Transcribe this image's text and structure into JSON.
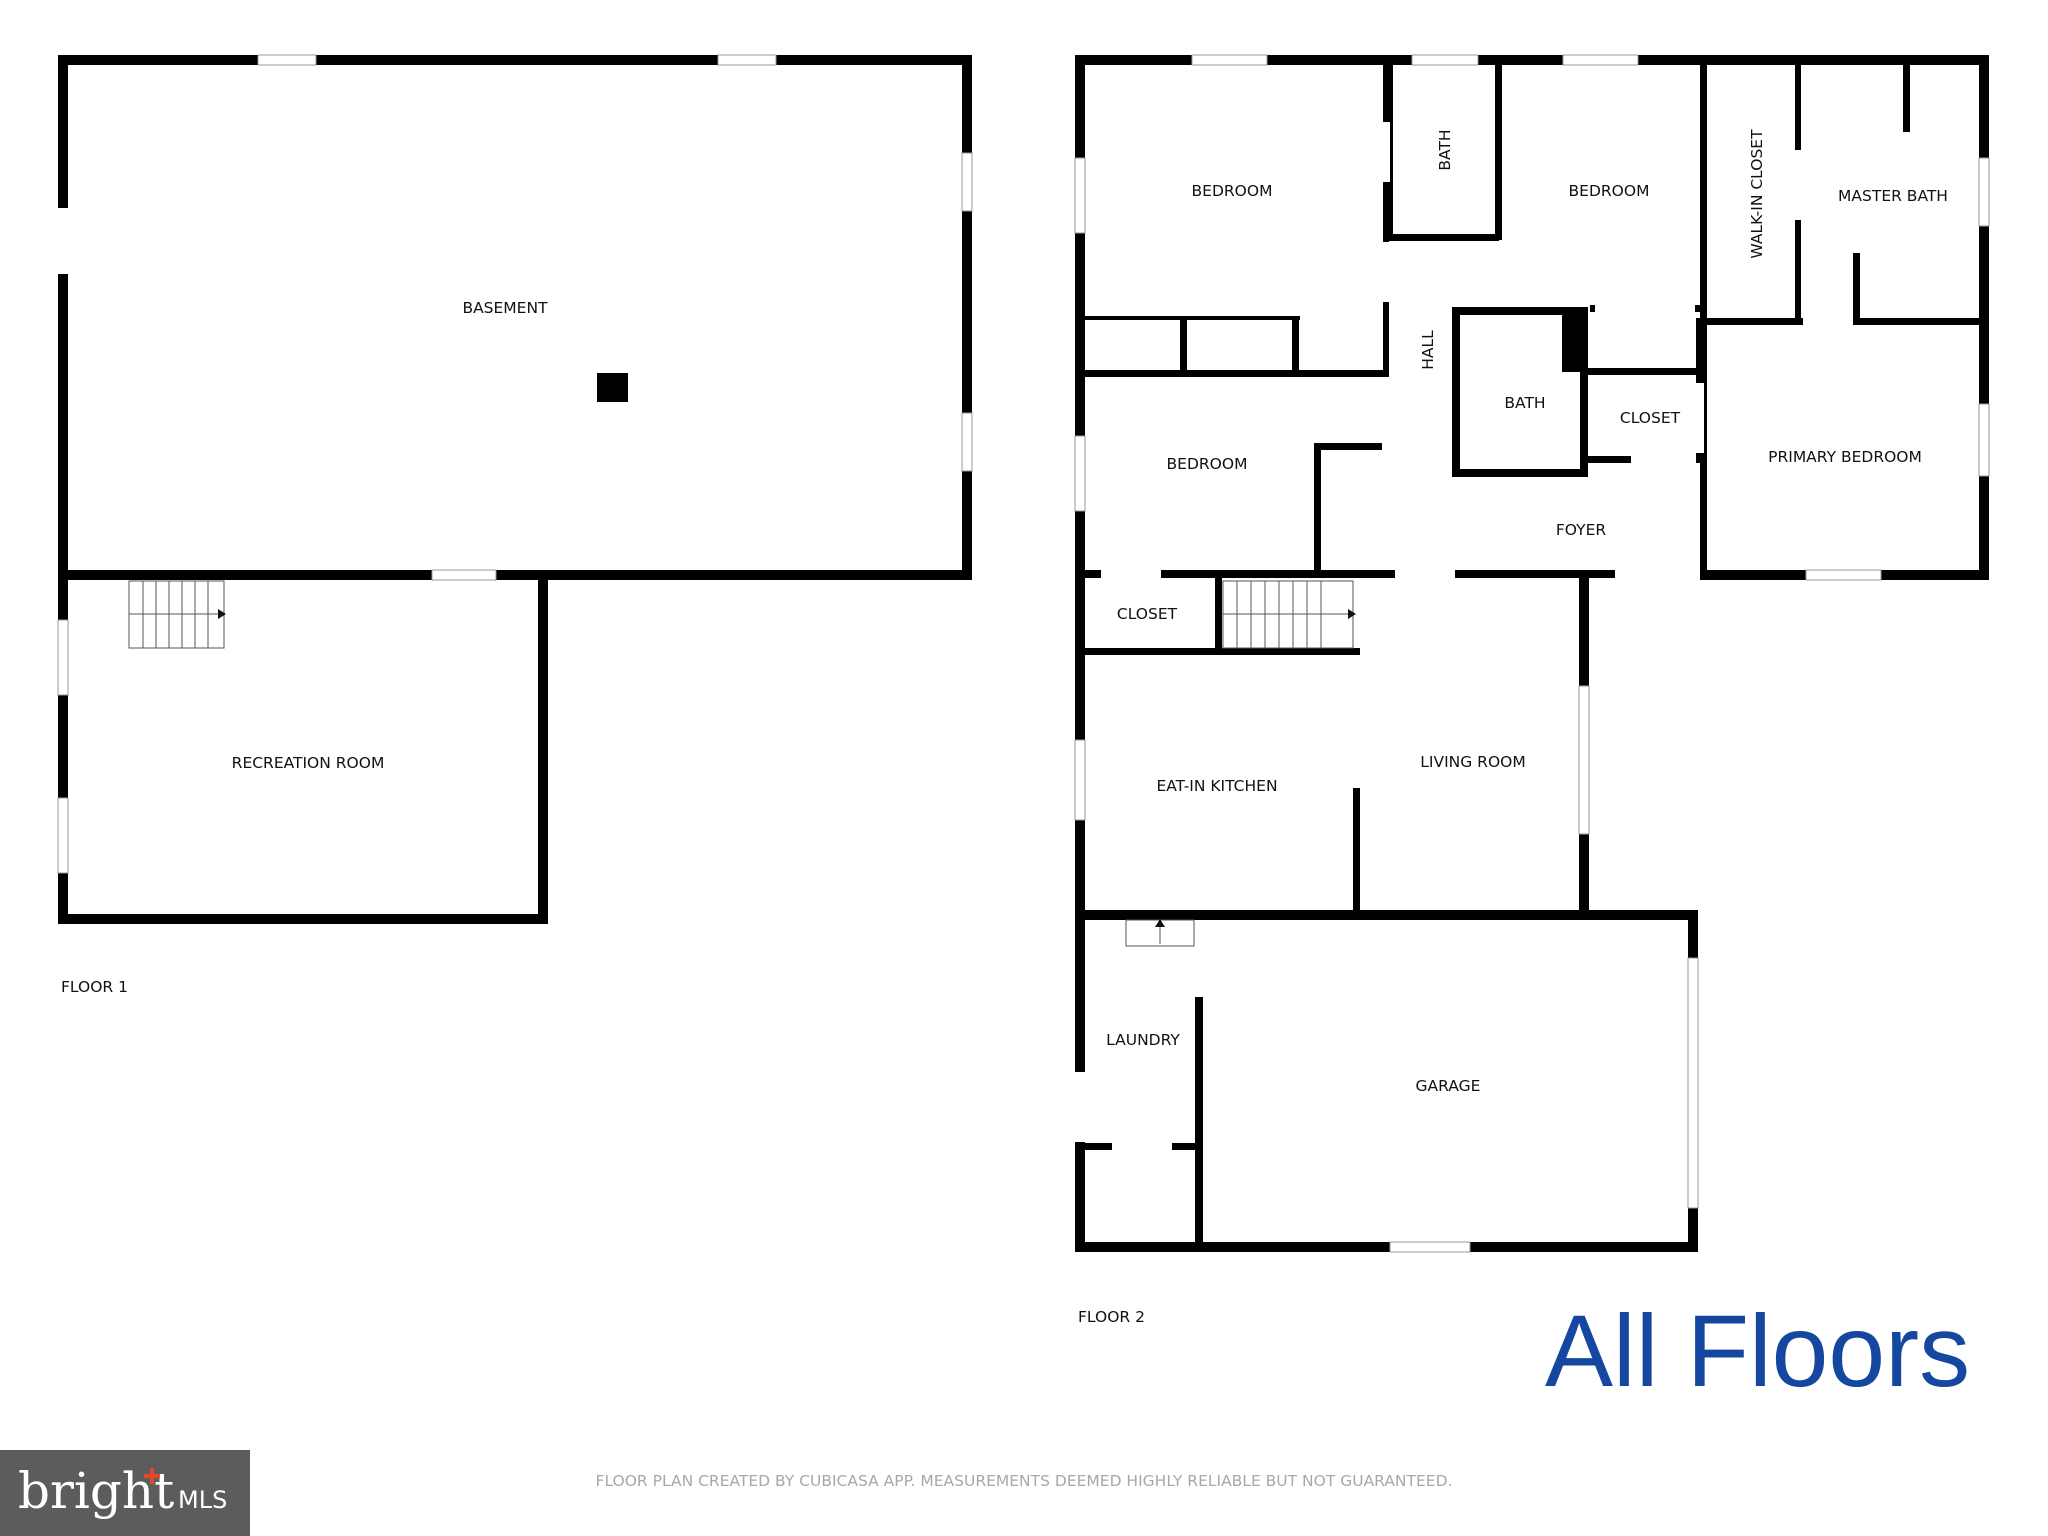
{
  "floors": [
    {
      "label": "FLOOR 1",
      "rooms": [
        "BASEMENT",
        "RECREATION ROOM"
      ]
    },
    {
      "label": "FLOOR 2",
      "rooms": [
        "BEDROOM",
        "BATH",
        "BEDROOM",
        "WALK-IN CLOSET",
        "MASTER BATH",
        "HALL",
        "BATH",
        "CLOSET",
        "BEDROOM",
        "PRIMARY BEDROOM",
        "FOYER",
        "CLOSET",
        "EAT-IN KITCHEN",
        "LIVING ROOM",
        "LAUNDRY",
        "GARAGE"
      ]
    }
  ],
  "title": "All Floors",
  "footer": "FLOOR PLAN CREATED BY CUBICASA APP. MEASUREMENTS DEEMED HIGHLY RELIABLE BUT NOT GUARANTEED.",
  "logo": {
    "text": "bright",
    "suffix": "MLS"
  },
  "colors": {
    "wall": "#000000",
    "title": "#1647a0",
    "footer": "#a8a8a8",
    "logo_bg": "#5c5c5c",
    "logo_accent": "#e2472e"
  }
}
